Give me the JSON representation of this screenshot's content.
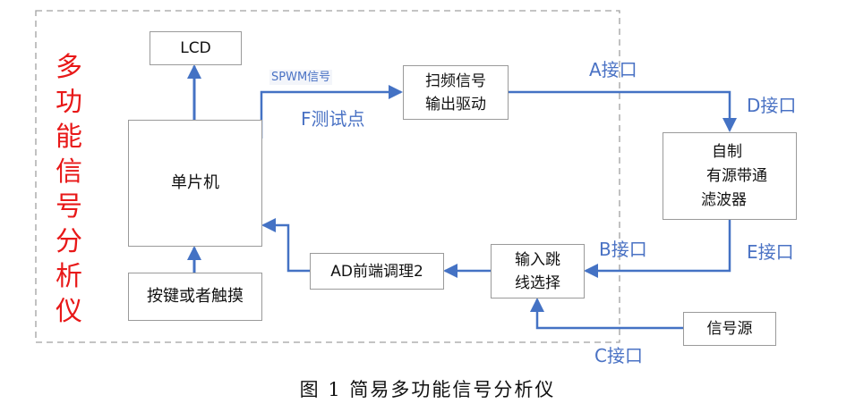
{
  "figure": {
    "caption": "图 1 简易多功能信号分析仪",
    "side_title": [
      "多",
      "功",
      "能",
      "信",
      "号",
      "分",
      "析",
      "仪"
    ],
    "colors": {
      "connector": "#4472c4",
      "label": "#4a72c4",
      "side_title": "#e81818",
      "box_border": "#9a9a9a",
      "dashed_border": "#a0a0a0"
    }
  },
  "blocks": {
    "lcd": "LCD",
    "mcu": "单片机",
    "keys": "按键或者触摸",
    "sweep_driver": [
      "扫频信号",
      "输出驱动"
    ],
    "filter": [
      "自制",
      "有源带通",
      "滤波器"
    ],
    "input_select": [
      "输入跳",
      "线选择"
    ],
    "ad_frontend": "AD前端调理2",
    "signal_source": "信号源"
  },
  "labels": {
    "spwm": "SPWM信号",
    "test_point": "F测试点",
    "port_a": "A接口",
    "port_b": "B接口",
    "port_c": "C接口",
    "port_d": "D接口",
    "port_e": "E接口"
  }
}
